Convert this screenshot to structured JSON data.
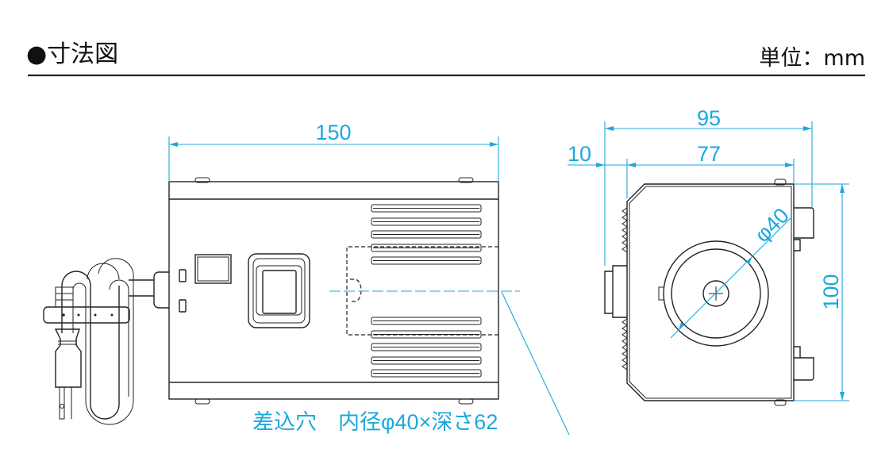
{
  "header": {
    "title": "●寸法図",
    "unit": "単位：mm"
  },
  "dimensions": {
    "width": "150",
    "depth_total": "95",
    "depth_body": "77",
    "offset": "10",
    "height": "100",
    "hole_diameter": "φ40"
  },
  "note": "差込穴　内径φ40×深さ62",
  "colors": {
    "dimension": "#1ba8dc",
    "line": "#222222"
  }
}
